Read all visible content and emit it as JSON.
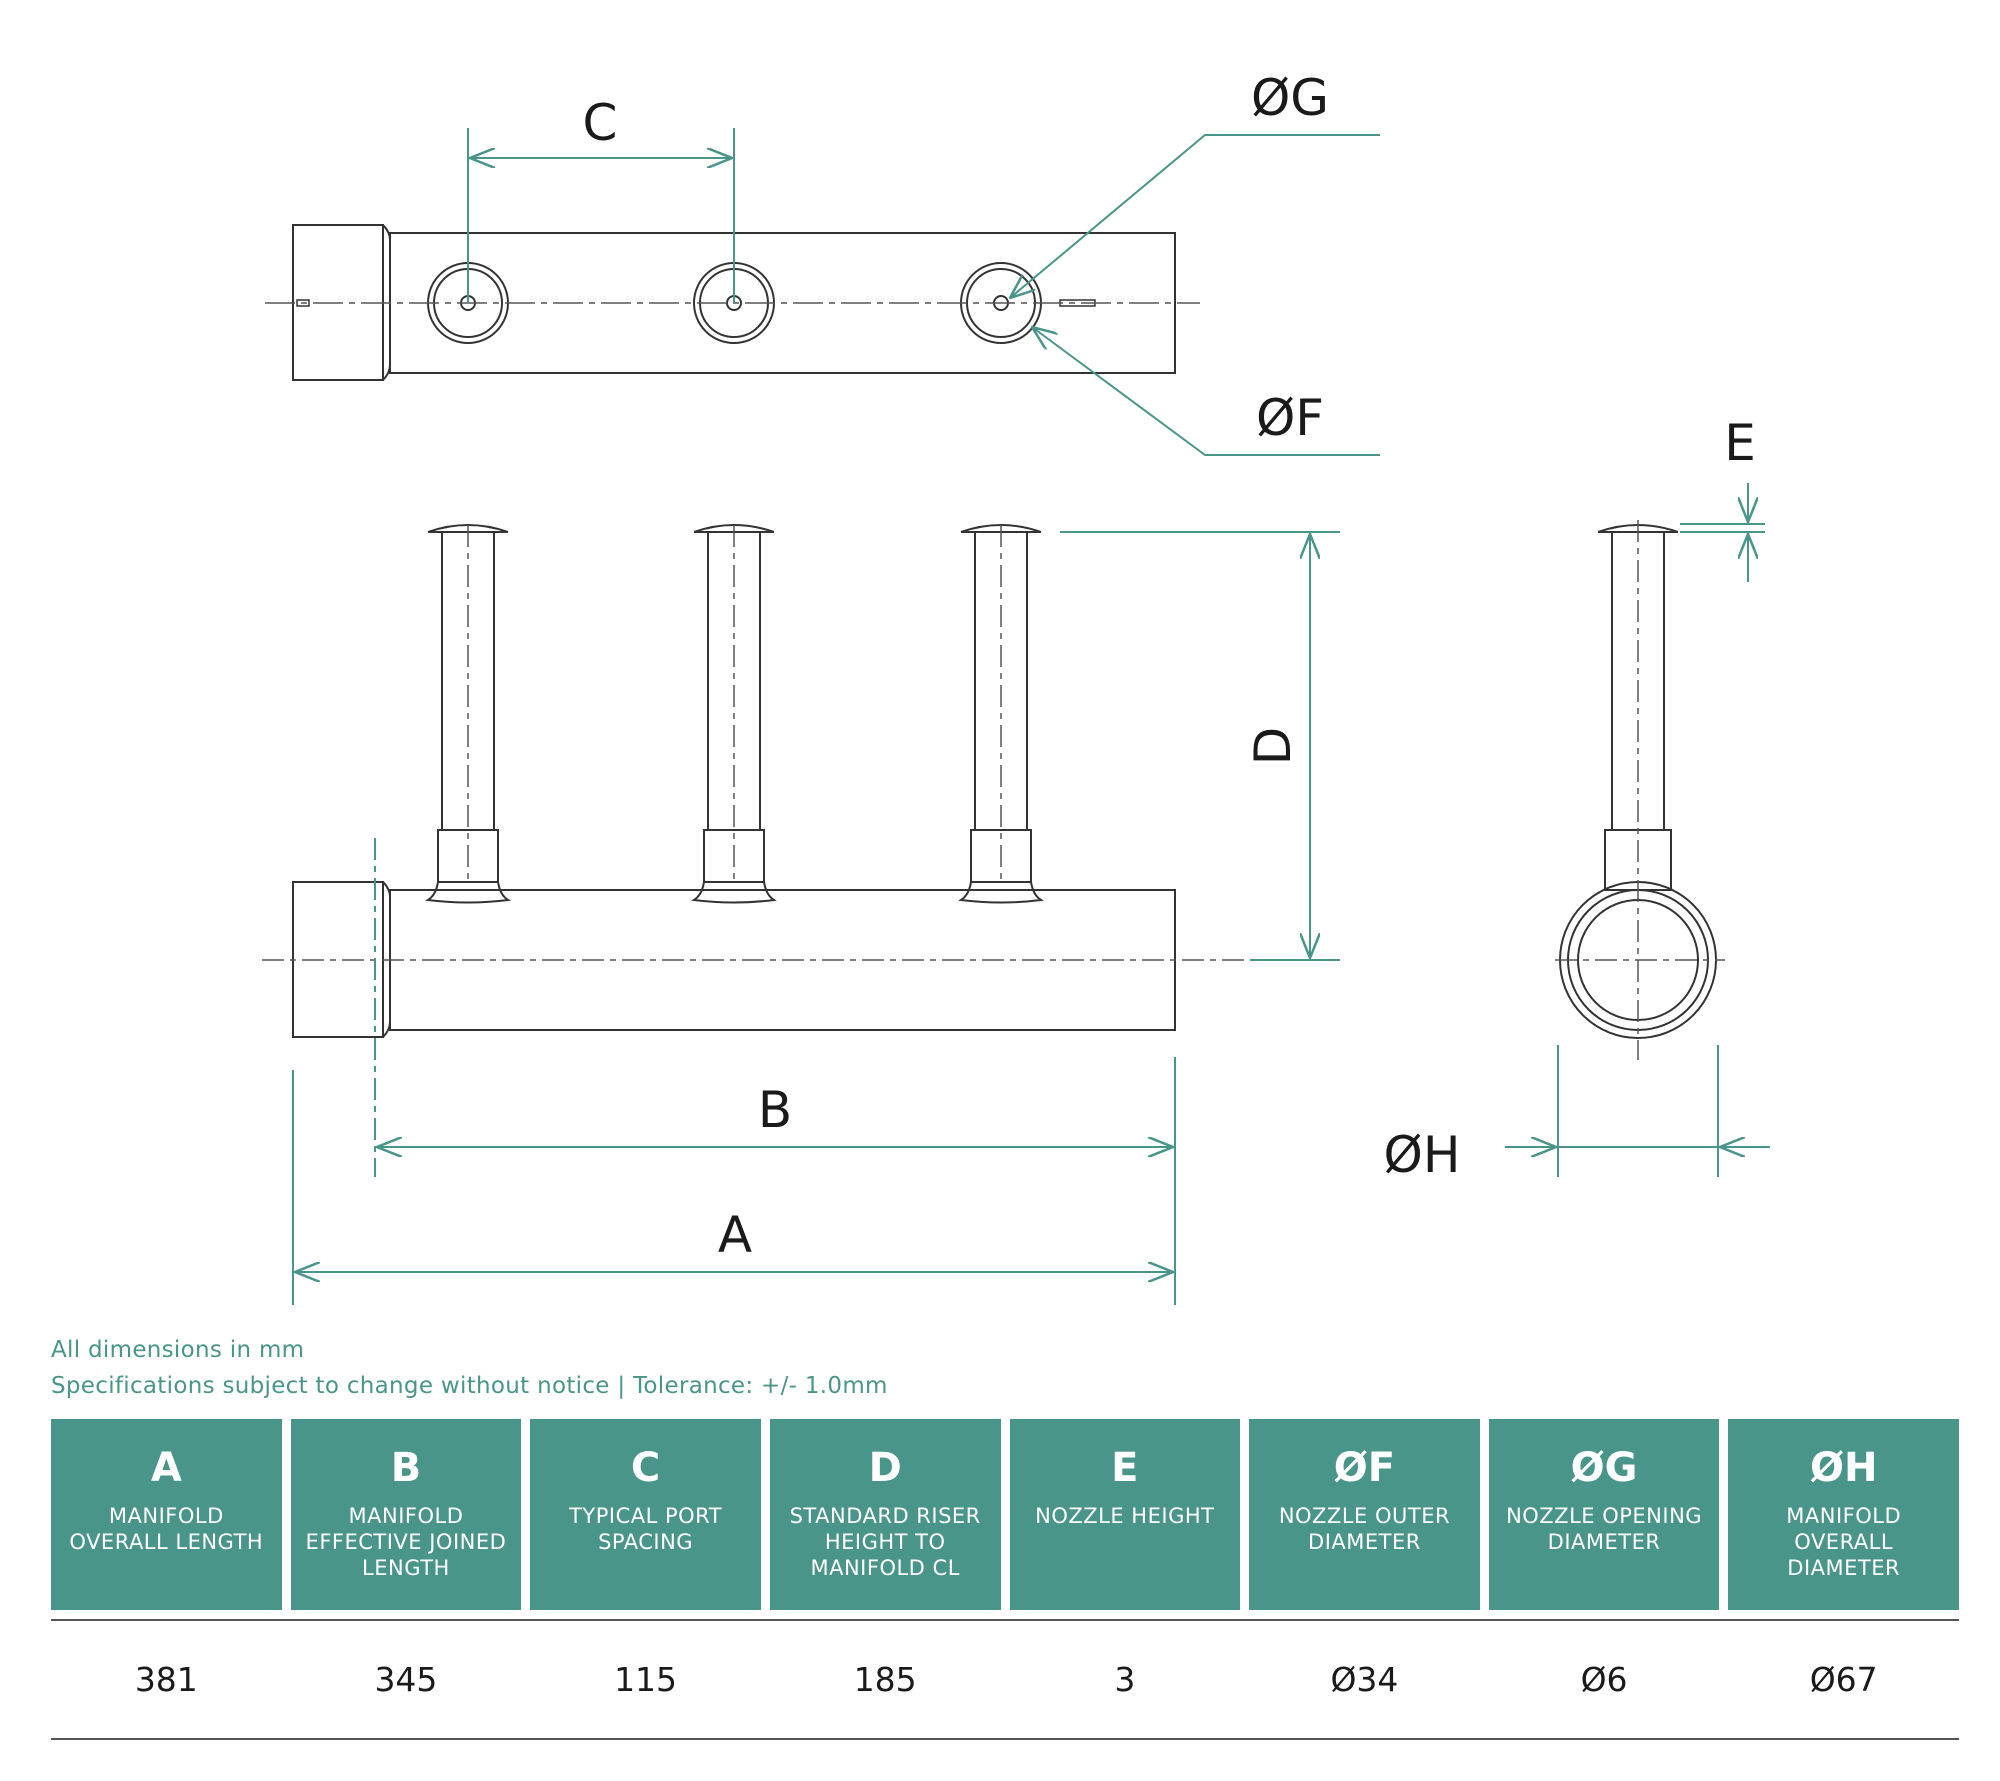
{
  "diagram": {
    "labels": {
      "A": "A",
      "B": "B",
      "C": "C",
      "D": "D",
      "E": "E",
      "F": "ØF",
      "G": "ØG",
      "H": "ØH"
    },
    "colors": {
      "dimension": "#4a9589",
      "outline": "#333333",
      "centerline": "#555555"
    }
  },
  "notes": {
    "line1": "All dimensions in mm",
    "line2": "Specifications subject to change without notice | Tolerance: +/- 1.0mm"
  },
  "spec_table": {
    "header_color": "#4a9589",
    "columns": [
      {
        "letter": "A",
        "desc": "MANIFOLD OVERALL LENGTH",
        "value": "381"
      },
      {
        "letter": "B",
        "desc": "MANIFOLD EFFECTIVE JOINED LENGTH",
        "value": "345"
      },
      {
        "letter": "C",
        "desc": "TYPICAL PORT SPACING",
        "value": "115"
      },
      {
        "letter": "D",
        "desc": "STANDARD RISER HEIGHT TO MANIFOLD CL",
        "value": "185"
      },
      {
        "letter": "E",
        "desc": "NOZZLE HEIGHT",
        "value": "3"
      },
      {
        "letter": "ØF",
        "desc": "NOZZLE OUTER DIAMETER",
        "value": "Ø34"
      },
      {
        "letter": "ØG",
        "desc": "NOZZLE OPENING DIAMETER",
        "value": "Ø6"
      },
      {
        "letter": "ØH",
        "desc": "MANIFOLD OVERALL DIAMETER",
        "value": "Ø67"
      }
    ]
  }
}
